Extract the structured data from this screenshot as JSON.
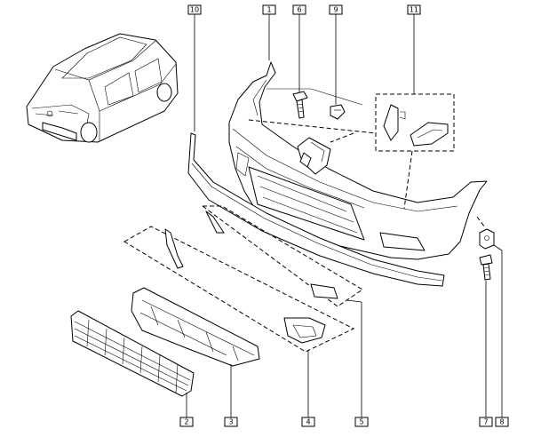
{
  "callouts": [
    {
      "label": "10"
    },
    {
      "label": "1"
    },
    {
      "label": "6"
    },
    {
      "label": "9"
    },
    {
      "label": "11"
    },
    {
      "label": "2"
    },
    {
      "label": "3"
    },
    {
      "label": "4"
    },
    {
      "label": "5"
    },
    {
      "label": "7"
    },
    {
      "label": "8"
    }
  ]
}
